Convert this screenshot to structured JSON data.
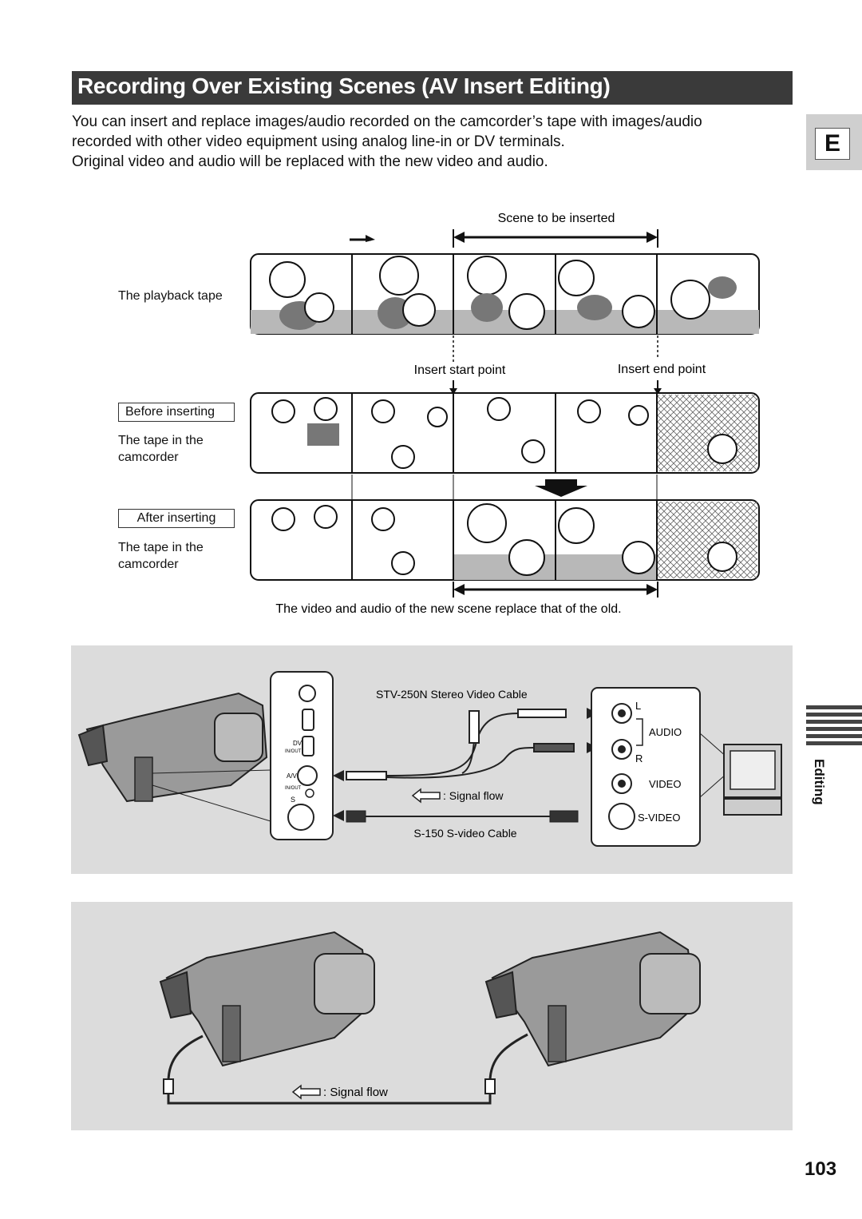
{
  "page": {
    "title": "Recording Over Existing Scenes (AV Insert Editing)",
    "intro": [
      "You can insert and replace images/audio recorded on the camcorder’s tape with images/audio",
      "recorded with other video equipment using analog line-in or DV terminals.",
      "Original video and audio will be replaced with the new video and audio."
    ],
    "side_tab": "E",
    "section_tab": "Editing",
    "page_number": "103"
  },
  "diagram": {
    "scene_to_be_inserted": "Scene to be inserted",
    "playback_tape": "The playback tape",
    "insert_start_point": "Insert start point",
    "insert_end_point": "Insert end point",
    "before_inserting": "Before inserting",
    "after_inserting": "After inserting",
    "tape_in_camcorder_1": "The tape in the",
    "tape_in_camcorder_2": "camcorder",
    "replace_note": "The video and audio of the new scene replace that of the old."
  },
  "analog_connection": {
    "stereo_cable": "STV-250N Stereo Video Cable",
    "svideo_cable": "S-150 S-video Cable",
    "signal_flow": ": Signal flow",
    "port_dv": "DV",
    "port_dv_sub": "IN/OUT",
    "port_av": "A/V",
    "port_av_sub": "IN/OUT",
    "port_s": "S",
    "jack_l": "L",
    "jack_r": "R",
    "label_audio": "AUDIO",
    "label_video": "VIDEO",
    "label_svideo": "S-VIDEO"
  },
  "dv_connection": {
    "signal_flow": ": Signal flow"
  },
  "colors": {
    "title_bar": "#3a3a3a",
    "panel": "#dcdcdc",
    "tab": "#cfcfcf"
  }
}
